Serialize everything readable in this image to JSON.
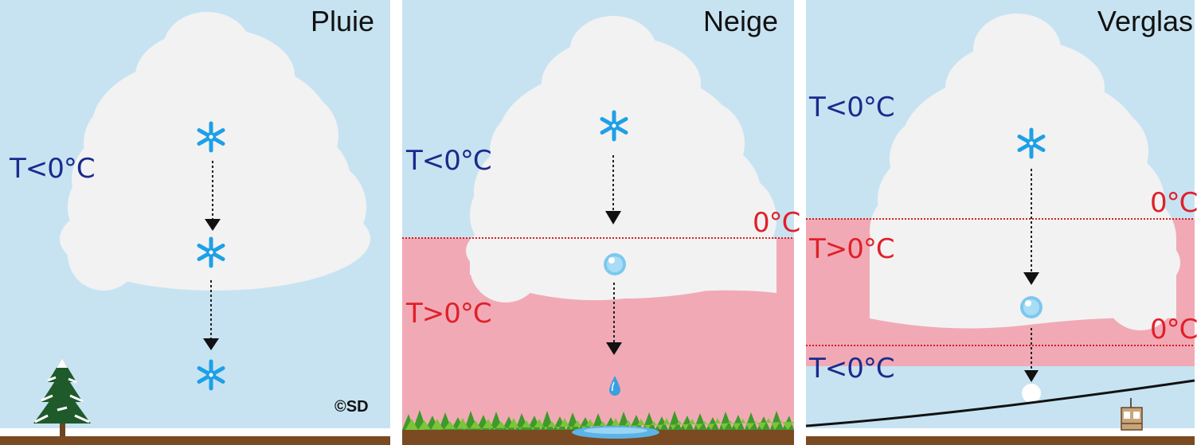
{
  "panels": [
    {
      "title": "Pluie",
      "labels": {
        "cold_top": "T<0°C"
      },
      "credit": "©SD",
      "sequence_icons": [
        "snowflake-icon",
        "snowflake-icon",
        "snowflake-icon"
      ],
      "ground_icon": "pine-tree-icon"
    },
    {
      "title": "Neige",
      "labels": {
        "cold_top": "T<0°C",
        "warm": "T>0°C",
        "iso1": "0°C"
      },
      "sequence_icons": [
        "snowflake-icon",
        "ice-pellet-icon",
        "raindrop-icon"
      ],
      "ground_icon": "grass-and-puddle-icon"
    },
    {
      "title": "Verglas",
      "labels": {
        "cold_top": "T<0°C",
        "warm": "T>0°C",
        "cold_bottom": "T<0°C",
        "iso1": "0°C",
        "iso2": "0°C"
      },
      "sequence_icons": [
        "snowflake-icon",
        "ice-pellet-icon",
        "ice-ball-icon"
      ],
      "ground_icon": "cable-car-icon"
    }
  ],
  "colors": {
    "sky": "#c7e3f2",
    "warm_layer": "#f1aab5",
    "cloud": "#f2f2f2",
    "cold_text": "#1a2a8c",
    "warm_text": "#e0202a",
    "snowflake": "#1ea0e6",
    "ground": "#7a4a22"
  }
}
